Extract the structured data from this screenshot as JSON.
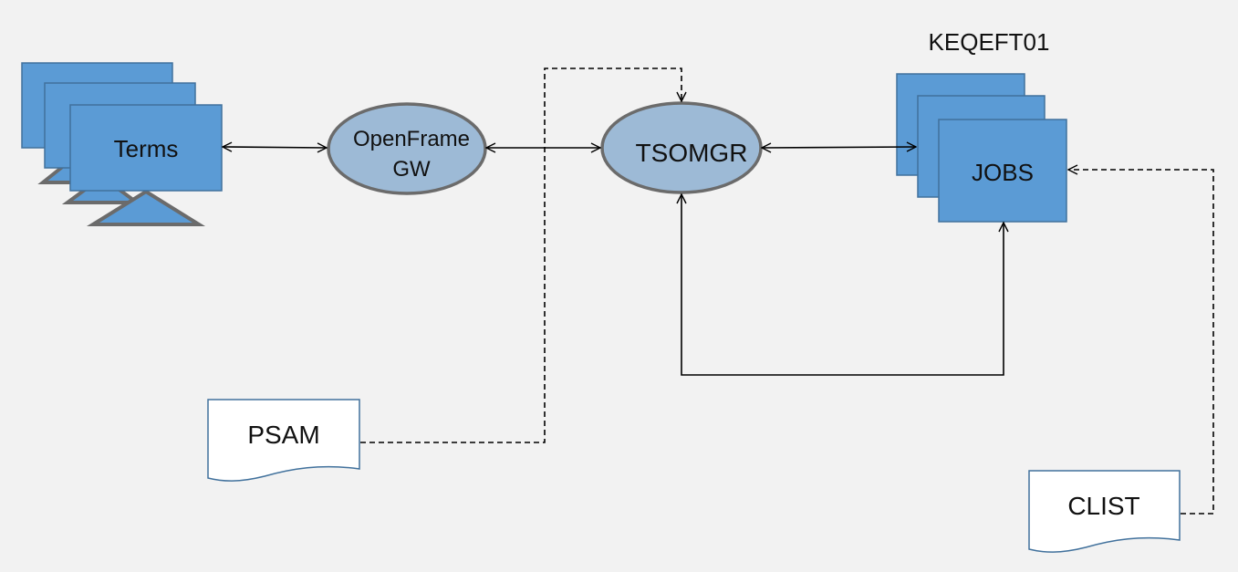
{
  "nodes": {
    "terms": {
      "label": "Terms"
    },
    "openframe_gw": {
      "line1": "OpenFrame",
      "line2": "GW"
    },
    "tsomgr": {
      "label": "TSOMGR"
    },
    "jobs": {
      "label": "JOBS",
      "caption": "KEQEFT01"
    },
    "psam": {
      "label": "PSAM"
    },
    "clist": {
      "label": "CLIST"
    }
  },
  "colors": {
    "background": "#f2f2f2",
    "box_fill": "#5b9bd5",
    "box_stroke": "#41719c",
    "ellipse_fill": "#9dbad6",
    "ellipse_stroke": "#6b6b6b",
    "document_stroke": "#41719c",
    "connector": "#000000"
  }
}
